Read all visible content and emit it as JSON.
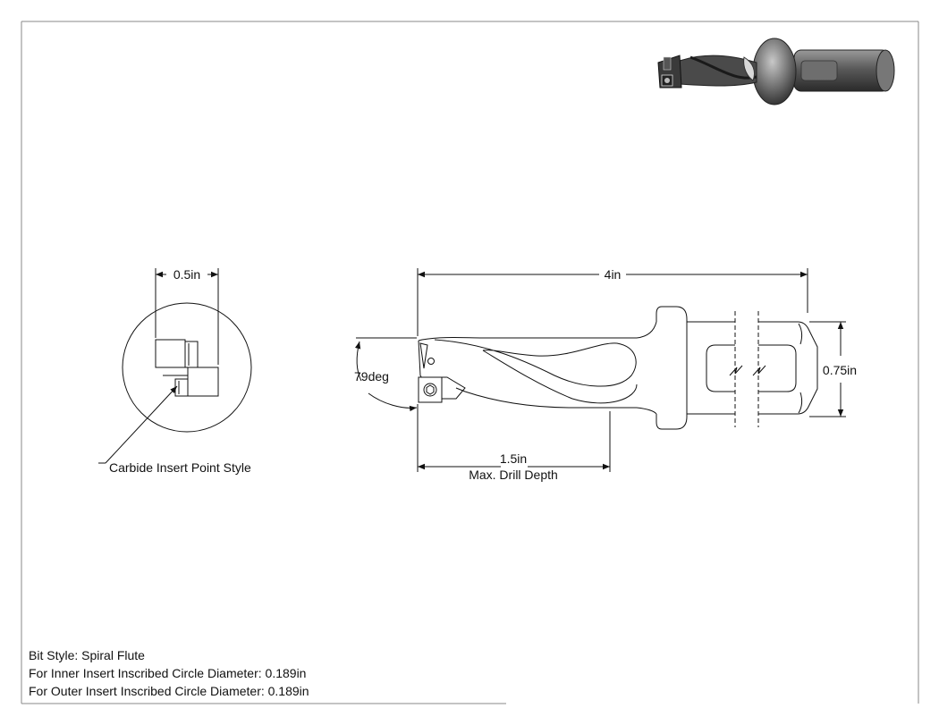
{
  "end_view": {
    "width_dim": "0.5in",
    "callout": "Carbide Insert Point Style"
  },
  "side_view": {
    "overall_length": "4in",
    "point_angle": "79deg",
    "drill_depth": "1.5in",
    "drill_depth_caption": "Max. Drill Depth",
    "shank_diameter": "0.75in"
  },
  "notes": {
    "bit_style": "Bit Style: Spiral Flute",
    "inner_insert": "For Inner Insert Inscribed Circle Diameter: 0.189in",
    "outer_insert": "For Outer Insert Inscribed Circle Diameter: 0.189in"
  }
}
